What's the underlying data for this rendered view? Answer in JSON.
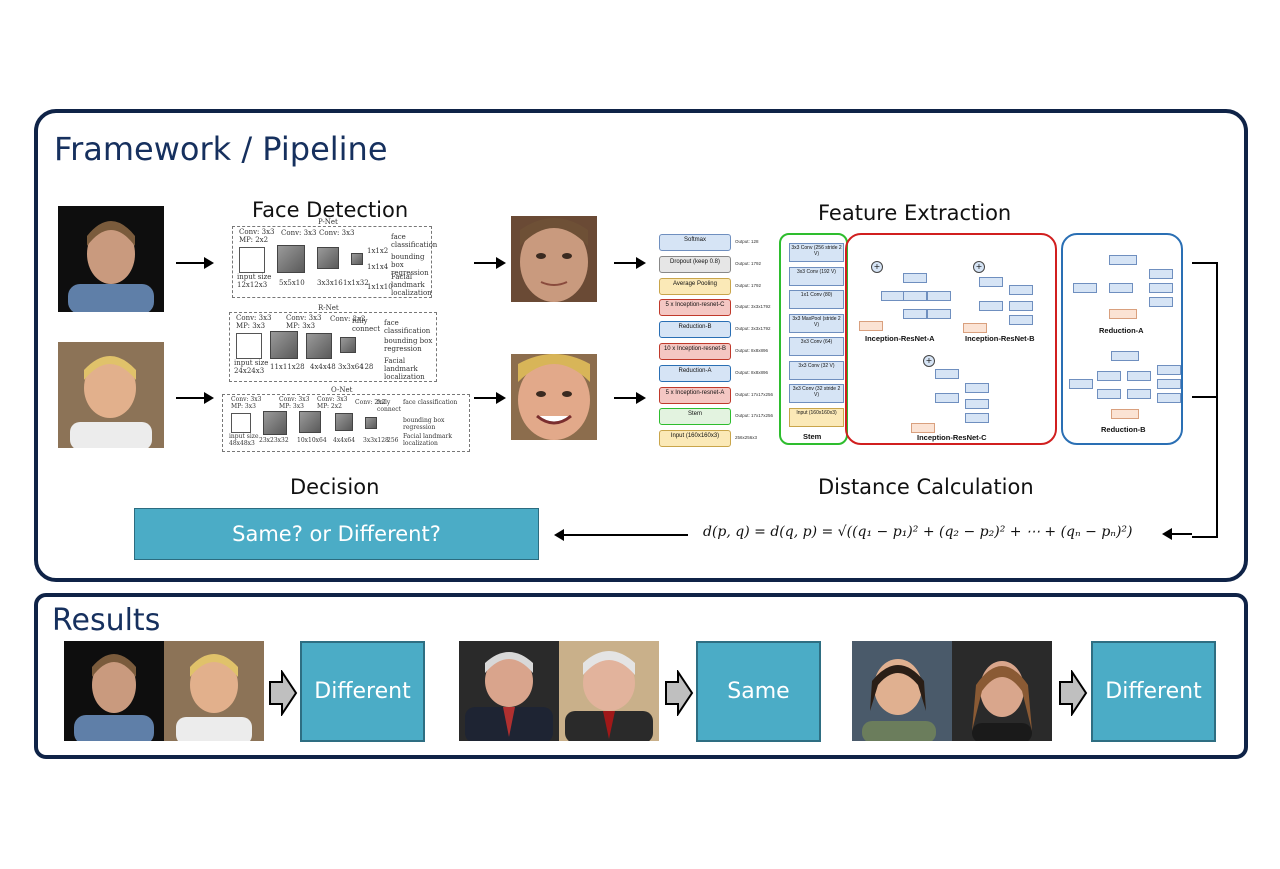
{
  "framework": {
    "title": "Framework / Pipeline",
    "face_detection_label": "Face Detection",
    "feature_extraction_label": "Feature Extraction",
    "decision_label": "Decision",
    "distance_label": "Distance Calculation",
    "decision_box": "Same? or Different?",
    "formula": "d(p, q) = d(q, p) = √((q₁ − p₁)² + (q₂ − p₂)² + ⋯ + (qₙ − pₙ)²)",
    "pnet": {
      "title": "P-Net",
      "conv1": "Conv: 3x3\nMP: 2x2",
      "conv2": "Conv: 3x3",
      "conv3": "Conv: 3x3",
      "input": "input size\n12x12x3",
      "s1": "5x5x10",
      "s2": "3x3x16",
      "s3": "1x1x32",
      "out1": "face classification",
      "out2": "bounding box regression",
      "out3": "Facial landmark localization",
      "o1": "1x1x2",
      "o2": "1x1x4",
      "o3": "1x1x10"
    },
    "rnet": {
      "title": "R-Net",
      "conv1": "Conv: 3x3\nMP: 3x3",
      "conv2": "Conv: 3x3\nMP: 3x3",
      "conv3": "Conv: 2x2",
      "fc": "fully connect",
      "input": "input size\n24x24x3",
      "s1": "11x11x28",
      "s2": "4x4x48",
      "s3": "3x3x64",
      "s4": "128",
      "out1": "face classification",
      "out2": "bounding box regression",
      "out3": "Facial landmark localization"
    },
    "onet": {
      "title": "O-Net",
      "conv1": "Conv: 3x3\nMP: 3x3",
      "conv2": "Conv: 3x3\nMP: 3x3",
      "conv3": "Conv: 3x3\nMP: 2x2",
      "conv4": "Conv: 2x2",
      "fc": "fully connect",
      "input": "input size\n48x48x3",
      "s1": "23x23x32",
      "s2": "10x10x64",
      "s3": "4x4x64",
      "s4": "3x3x128",
      "s5": "256",
      "out1": "face classification",
      "out2": "bounding box regression",
      "out3": "Facial landmark localization"
    },
    "inception_blocks": [
      {
        "label": "Softmax",
        "out": "Output: 128",
        "color": "#d6e4f5",
        "border": "#6f8fbf"
      },
      {
        "label": "Dropout (keep 0.8)",
        "out": "Output: 1792",
        "color": "#e6e6e6",
        "border": "#888888"
      },
      {
        "label": "Average Pooling",
        "out": "Output: 1792",
        "color": "#fbe9b7",
        "border": "#c9a54a"
      },
      {
        "label": "5 x Inception-resnet-C",
        "out": "Output: 3x3x1792",
        "color": "#f4c7c3",
        "border": "#c0392b"
      },
      {
        "label": "Reduction-B",
        "out": "Output: 3x3x1792",
        "color": "#d6e4f5",
        "border": "#2a6fb4"
      },
      {
        "label": "10 x Inception-resnet-B",
        "out": "Output: 8x8x896",
        "color": "#f4c7c3",
        "border": "#c0392b"
      },
      {
        "label": "Reduction-A",
        "out": "Output: 8x8x896",
        "color": "#d6e4f5",
        "border": "#2a6fb4"
      },
      {
        "label": "5 x Inception-resnet-A",
        "out": "Output: 17x17x256",
        "color": "#f4c7c3",
        "border": "#c0392b"
      },
      {
        "label": "Stem",
        "out": "Output: 17x17x256",
        "color": "#e3f3e0",
        "border": "#2ebd2e"
      },
      {
        "label": "Input (160x160x3)",
        "out": "256x256x3",
        "color": "#fbe9b7",
        "border": "#c9a54a"
      }
    ],
    "stem": {
      "title": "Stem",
      "blocks": [
        "3x3 Conv (256 stride 2 V)",
        "3x3 Conv (192 V)",
        "1x1 Conv (80)",
        "3x3 MaxPool (stride 2 V)",
        "3x3 Conv (64)",
        "3x3 Conv (32 V)",
        "3x3 Conv (32 stride 2 V)",
        "Input (160x160x3)"
      ]
    },
    "labels": {
      "a": "Inception-ResNet-A",
      "b": "Inception-ResNet-B",
      "c": "Inception-ResNet-C",
      "ra": "Reduction-A",
      "rb": "Reduction-B"
    }
  },
  "results": {
    "title": "Results",
    "items": [
      "Different",
      "Same",
      "Different"
    ]
  },
  "colors": {
    "panel_border": "#0f2347",
    "accent": "#4bacc6",
    "red": "#c0392b",
    "green": "#2ebd2e",
    "blue": "#2a6fb4"
  }
}
